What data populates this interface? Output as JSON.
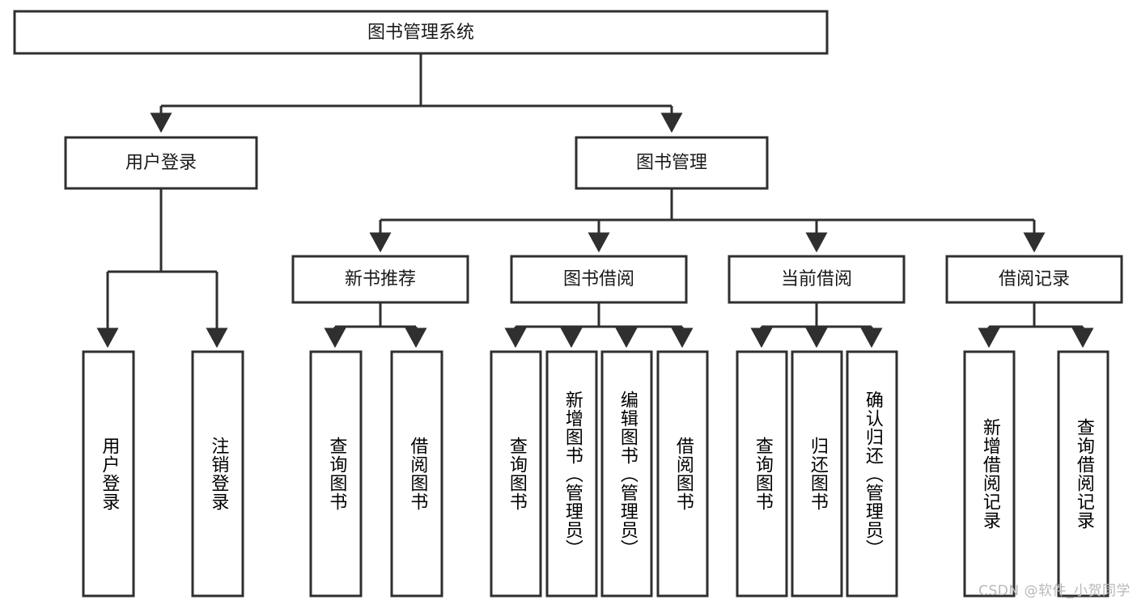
{
  "diagram": {
    "title": "图书管理系统",
    "type": "hierarchy-tree",
    "watermark": "CSDN @软件_小贺同学",
    "colors": {
      "stroke": "#2f2f2f",
      "box_fill": "#ffffff",
      "text": "#1a1a1a",
      "background": "#ffffff",
      "watermark": "#b8b8b8"
    },
    "root": {
      "label": "图书管理系统"
    },
    "level2": [
      {
        "label": "用户登录"
      },
      {
        "label": "图书管理"
      }
    ],
    "level3": [
      {
        "label": "新书推荐"
      },
      {
        "label": "图书借阅"
      },
      {
        "label": "当前借阅"
      },
      {
        "label": "借阅记录"
      }
    ],
    "leaves": {
      "user_login": [
        {
          "label": "用户登录"
        },
        {
          "label": "注销登录"
        }
      ],
      "new_book": [
        {
          "label": "查询图书"
        },
        {
          "label": "借阅图书"
        }
      ],
      "book_borrow": [
        {
          "label": "查询图书"
        },
        {
          "label": "新增图书（管理员）"
        },
        {
          "label": "编辑图书（管理员）"
        },
        {
          "label": "借阅图书"
        }
      ],
      "current_borrow": [
        {
          "label": "查询图书"
        },
        {
          "label": "归还图书"
        },
        {
          "label": "确认归还（管理员）"
        }
      ],
      "borrow_record": [
        {
          "label": "新增借阅记录"
        },
        {
          "label": "查询借阅记录"
        }
      ]
    }
  }
}
